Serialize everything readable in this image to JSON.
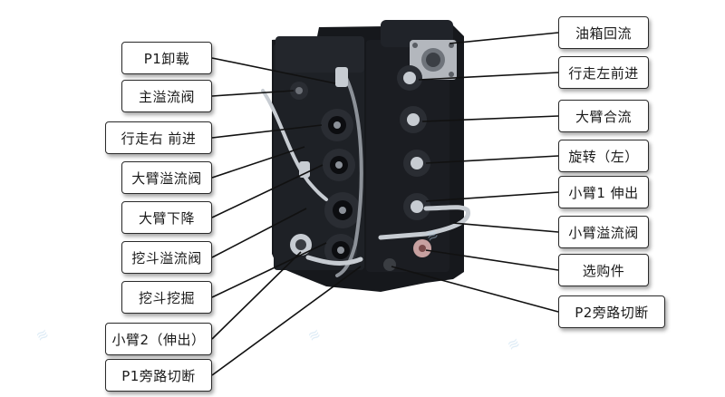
{
  "labels_left": [
    {
      "id": "p1-unload",
      "text": "P1卸载"
    },
    {
      "id": "main-relief-valve",
      "text": "主溢流阀"
    },
    {
      "id": "travel-right-forward",
      "text": "行走右 前进"
    },
    {
      "id": "boom-relief-valve",
      "text": "大臂溢流阀"
    },
    {
      "id": "boom-down",
      "text": "大臂下降"
    },
    {
      "id": "bucket-relief-valve",
      "text": "挖斗溢流阀"
    },
    {
      "id": "bucket-dig",
      "text": "挖斗挖掘"
    },
    {
      "id": "arm2-extend",
      "text": "小臂2（伸出）"
    },
    {
      "id": "p1-bypass-cutoff",
      "text": "P1旁路切断"
    }
  ],
  "labels_right": [
    {
      "id": "tank-return",
      "text": "油箱回流"
    },
    {
      "id": "travel-left-forward",
      "text": "行走左前进"
    },
    {
      "id": "boom-merge",
      "text": "大臂合流"
    },
    {
      "id": "swing-left",
      "text": "旋转（左）"
    },
    {
      "id": "arm1-extend",
      "text": "小臂1 伸出"
    },
    {
      "id": "arm-relief-valve",
      "text": "小臂溢流阀"
    },
    {
      "id": "optional-part",
      "text": "选购件"
    },
    {
      "id": "p2-bypass-cutoff",
      "text": "P2旁路切断"
    }
  ],
  "colors": {
    "valve_body": "#16181c",
    "valve_highlight": "#34383f",
    "chrome": "#c7ccd2",
    "port_plate": "#b3b7bd",
    "label_border": "#2a2a2a",
    "leader_line": "#111111",
    "watermark": "#b9d6ec"
  }
}
